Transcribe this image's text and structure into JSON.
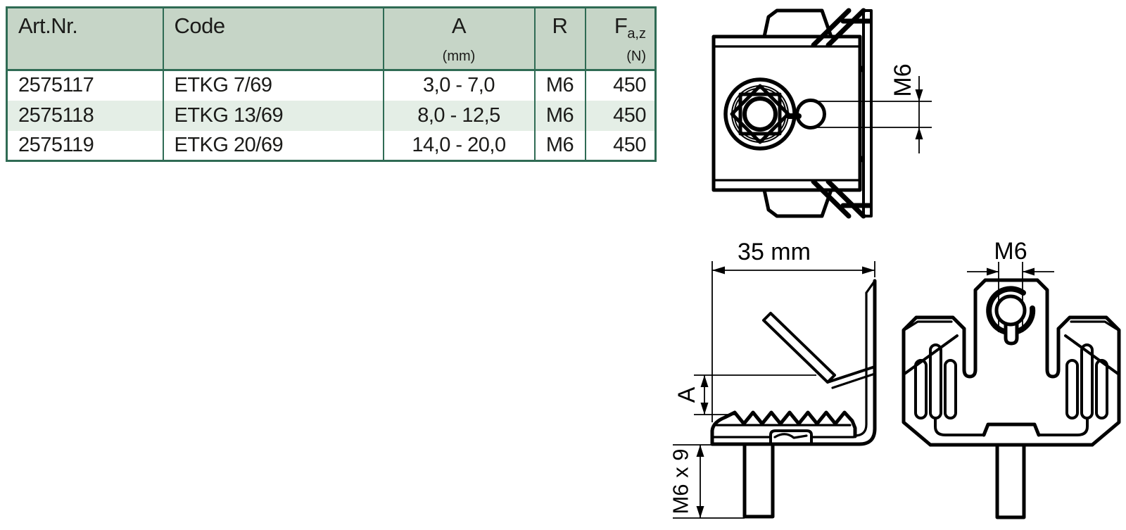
{
  "table": {
    "columns": [
      {
        "label": "Art.Nr.",
        "unit": ""
      },
      {
        "label": "Code",
        "unit": ""
      },
      {
        "label": "A",
        "unit": "(mm)"
      },
      {
        "label": "R",
        "unit": ""
      },
      {
        "label": "F",
        "sub": "a,z",
        "unit": "(N)"
      }
    ],
    "rows": [
      [
        "2575117",
        "ETKG 7/69",
        "3,0 - 7,0",
        "M6",
        "450"
      ],
      [
        "2575118",
        "ETKG 13/69",
        "8,0 - 12,5",
        "M6",
        "450"
      ],
      [
        "2575119",
        "ETKG  20/69",
        "14,0 - 20,0",
        "M6",
        "450"
      ]
    ]
  },
  "drawings": {
    "top_view": {
      "thread_label": "M6"
    },
    "side_view": {
      "width_label": "35 mm",
      "clamping_range_label": "A",
      "stud_label": "M6 x 9"
    },
    "front_view": {
      "thread_label": "M6"
    }
  },
  "colors": {
    "table_border": "#2f6b54",
    "header_bg": "#c6d5c7",
    "row_alt_bg": "#e4eee6",
    "line_color": "#000000",
    "text_color": "#1b1b19"
  }
}
